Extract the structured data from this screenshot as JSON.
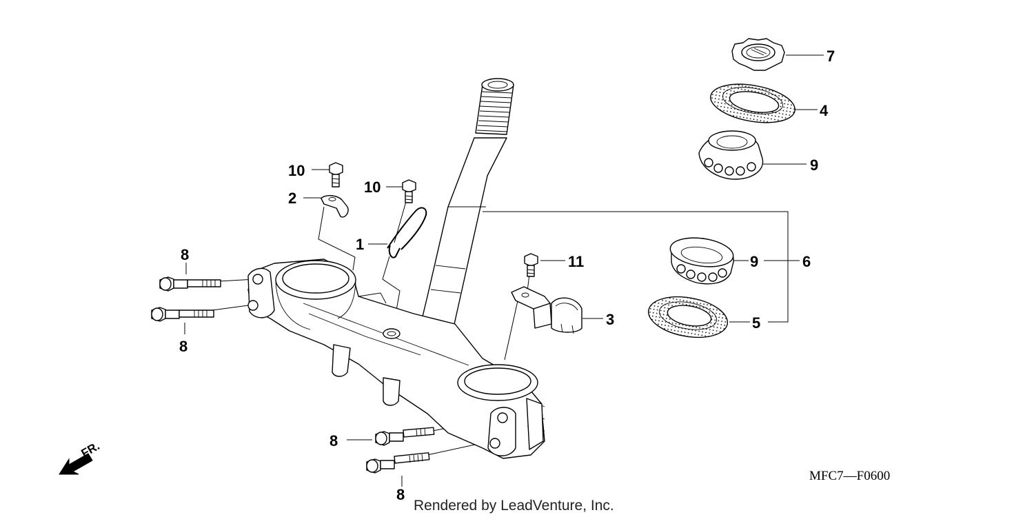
{
  "diagram": {
    "callouts": [
      {
        "id": "c10a",
        "label": "10"
      },
      {
        "id": "c2",
        "label": "2"
      },
      {
        "id": "c10b",
        "label": "10"
      },
      {
        "id": "c1",
        "label": "1"
      },
      {
        "id": "c8a",
        "label": "8"
      },
      {
        "id": "c8b",
        "label": "8"
      },
      {
        "id": "c8c",
        "label": "8"
      },
      {
        "id": "c8d",
        "label": "8"
      },
      {
        "id": "c11",
        "label": "11"
      },
      {
        "id": "c3",
        "label": "3"
      },
      {
        "id": "c7",
        "label": "7"
      },
      {
        "id": "c4",
        "label": "4"
      },
      {
        "id": "c9a",
        "label": "9"
      },
      {
        "id": "c9b",
        "label": "9"
      },
      {
        "id": "c6",
        "label": "6"
      },
      {
        "id": "c5",
        "label": "5"
      }
    ],
    "direction_label": "FR.",
    "diagram_code": "MFC7—F0600",
    "credit": "Rendered by LeadVenture, Inc."
  },
  "colors": {
    "ink": "#000000",
    "background": "#ffffff"
  }
}
